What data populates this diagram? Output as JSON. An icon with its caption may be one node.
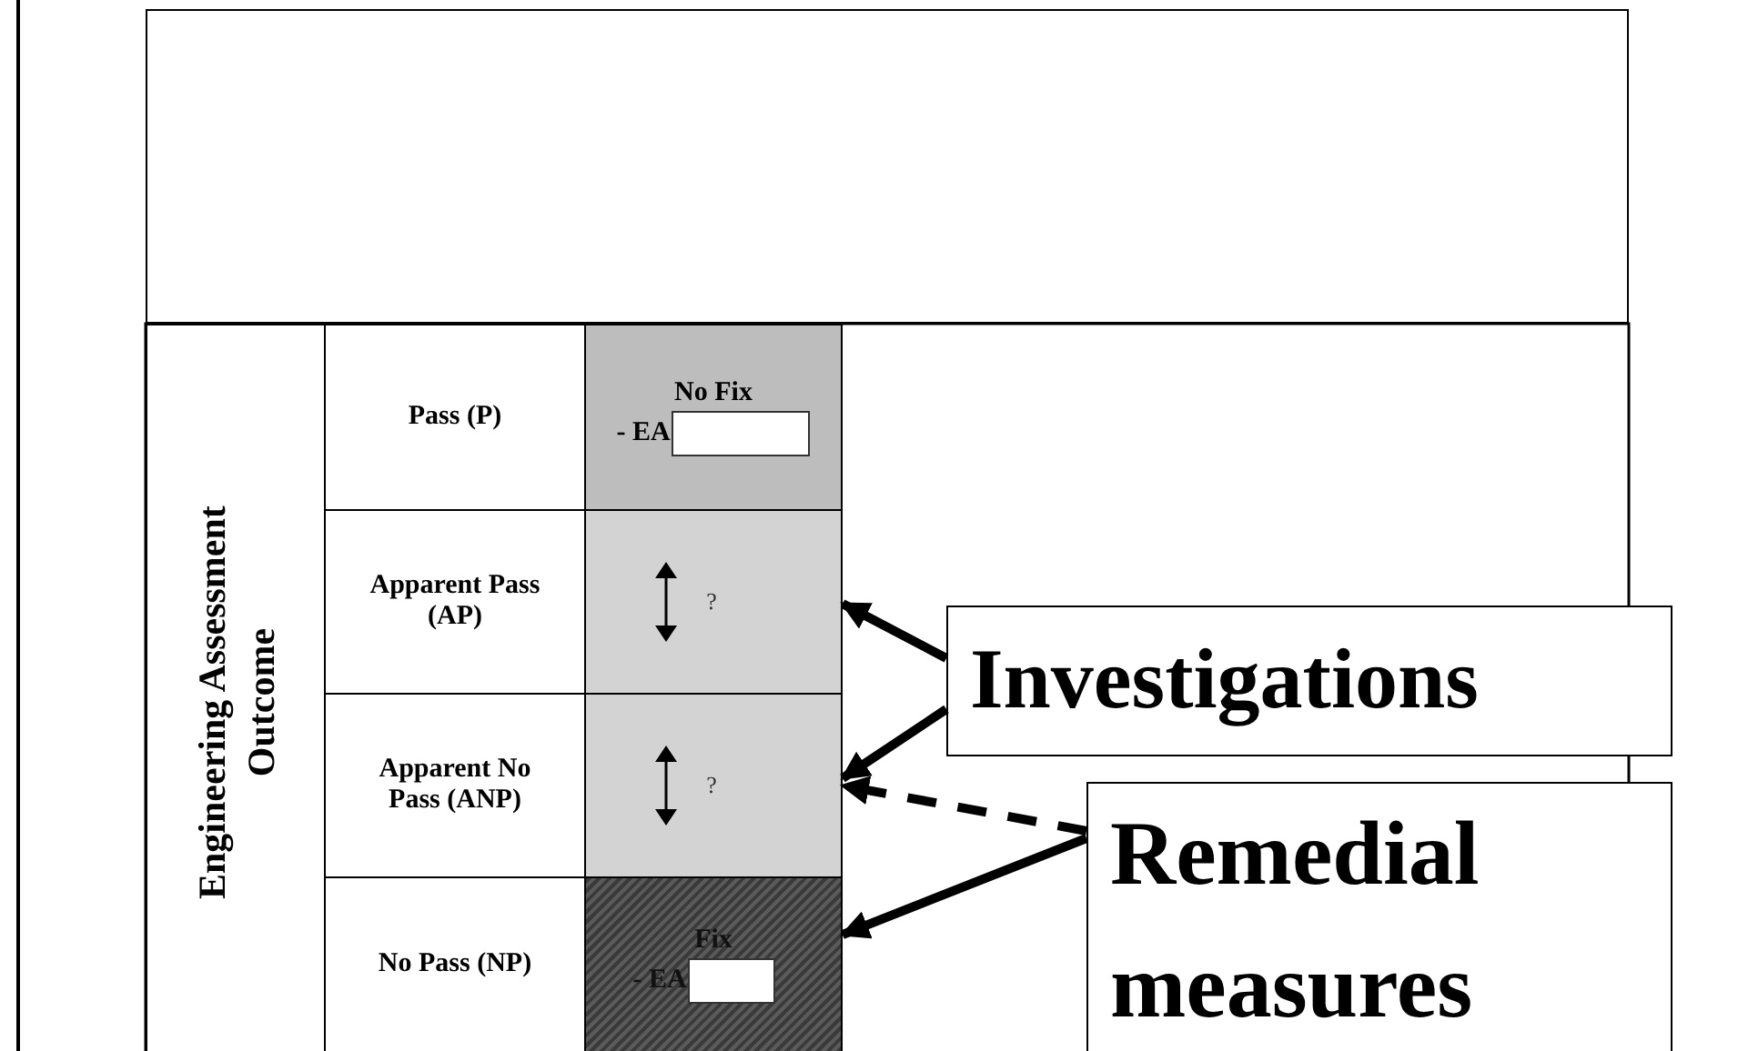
{
  "diagram": {
    "nodes": [
      {
        "text": [],
        "shape": "box"
      },
      {
        "text": [
          "Engineering Assessment Outcome"
        ]
      },
      {
        "text": [
          "Pass (P)"
        ]
      },
      {
        "text": [
          "No Fix",
          "- EA"
        ]
      },
      {
        "text": [
          "Apparent Pass (AP)"
        ]
      },
      {
        "text": [
          "?"
        ]
      },
      {
        "text": [
          "Apparent No Pass (ANP)"
        ]
      },
      {
        "text": [
          "?"
        ]
      },
      {
        "text": [
          "No Pass (NP)"
        ]
      },
      {
        "text": [
          "Fix",
          "- EA"
        ]
      },
      {
        "text": [
          "Investigations"
        ]
      },
      {
        "text": [
          "Remedial measures"
        ]
      }
    ],
    "edges": [
      {
        "from": 10,
        "to": 5,
        "arrow": "to"
      },
      {
        "from": 10,
        "to": 7,
        "arrow": "to"
      },
      {
        "from": 11,
        "to": 7,
        "arrow": "to",
        "style": "dashed"
      },
      {
        "from": 11,
        "to": 9,
        "arrow": "to"
      }
    ]
  }
}
